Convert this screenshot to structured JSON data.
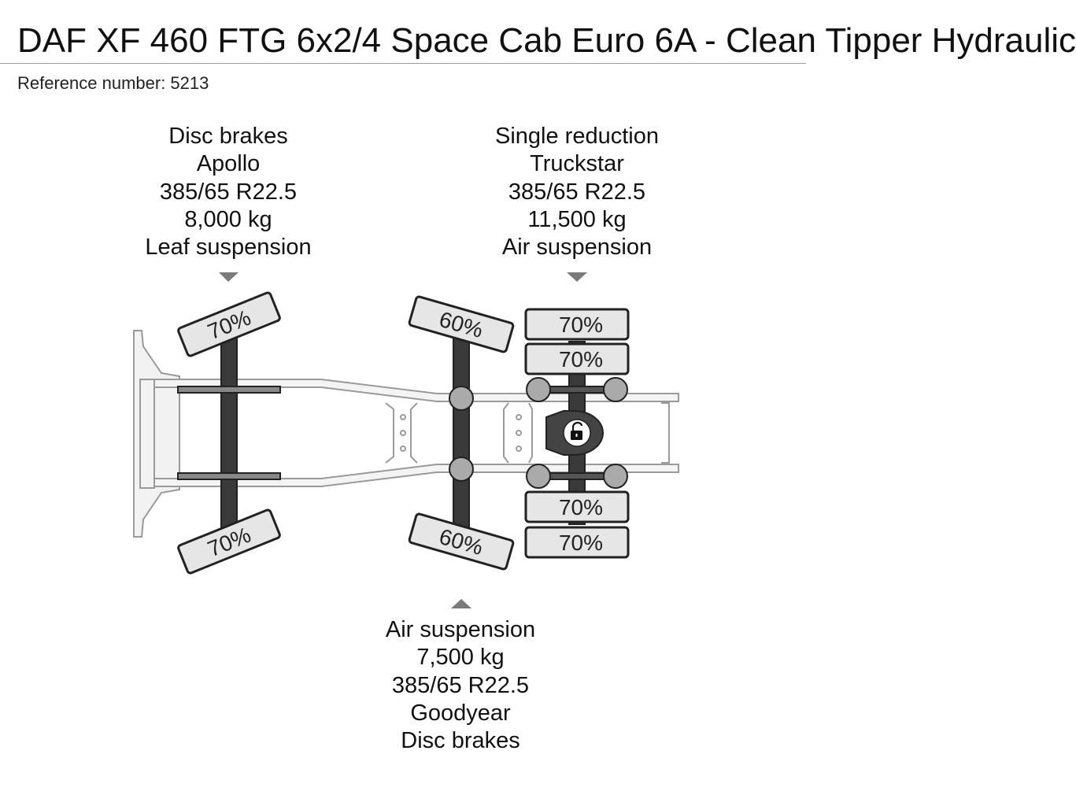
{
  "header": {
    "title": "DAF XF 460 FTG 6x2/4 Space Cab Euro 6A - Clean Tipper Hydraulic",
    "reference": "Reference number: 5213"
  },
  "axles": {
    "front": {
      "info": [
        "Disc brakes",
        "Apollo",
        "385/65 R22.5",
        "8,000 kg",
        "Leaf suspension"
      ],
      "tyre_upper": "70%",
      "tyre_lower": "70%"
    },
    "middle": {
      "info": [
        "Air suspension",
        "7,500 kg",
        "385/65 R22.5",
        "Goodyear",
        "Disc brakes"
      ],
      "tyre_upper": "60%",
      "tyre_lower": "60%"
    },
    "rear": {
      "info": [
        "Single reduction",
        "Truckstar",
        "385/65 R22.5",
        "11,500 kg",
        "Air suspension"
      ],
      "tyre_upper_outer": "70%",
      "tyre_upper_inner": "70%",
      "tyre_lower_inner": "70%",
      "tyre_lower_outer": "70%"
    }
  },
  "icons": {
    "differential_lock": "padlock-icon"
  },
  "colors": {
    "tyre_fill": "#e6e6e6",
    "outline": "#222222",
    "chassis": "#f2f2f2",
    "axle": "#3a3a3a",
    "marker": "#7a7a7a"
  }
}
